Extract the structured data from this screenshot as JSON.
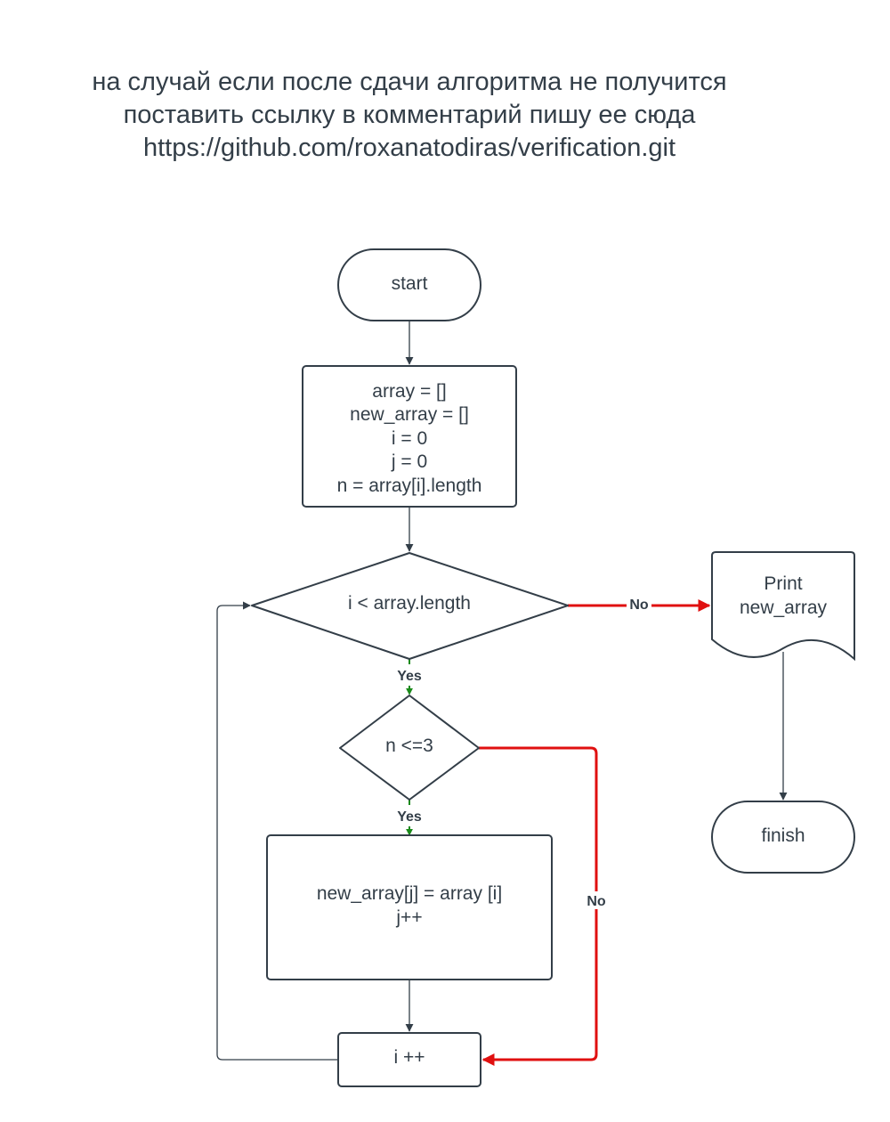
{
  "header": {
    "line1": "на случай если после сдачи алгоритма не получится",
    "line2": "поставить ссылку в комментарий пишу ее сюда",
    "line3": "https://github.com/roxanatodiras/verification.git"
  },
  "nodes": {
    "start": "start",
    "init": [
      "array = []",
      "new_array = []",
      "i = 0",
      "j = 0",
      "n = array[i].length"
    ],
    "loop_condition": "i < array.length",
    "length_condition": "n <=3",
    "assign": [
      "new_array[j] = array [i]",
      "j++"
    ],
    "increment": "i ++",
    "print": [
      "Print",
      "new_array"
    ],
    "finish": "finish"
  },
  "edge_labels": {
    "loop_no": "No",
    "loop_yes": "Yes",
    "length_yes": "Yes",
    "length_no": "No"
  },
  "colors": {
    "stroke": "#333e48",
    "yes_edge": "#1a8a1a",
    "no_edge": "#e01010"
  }
}
